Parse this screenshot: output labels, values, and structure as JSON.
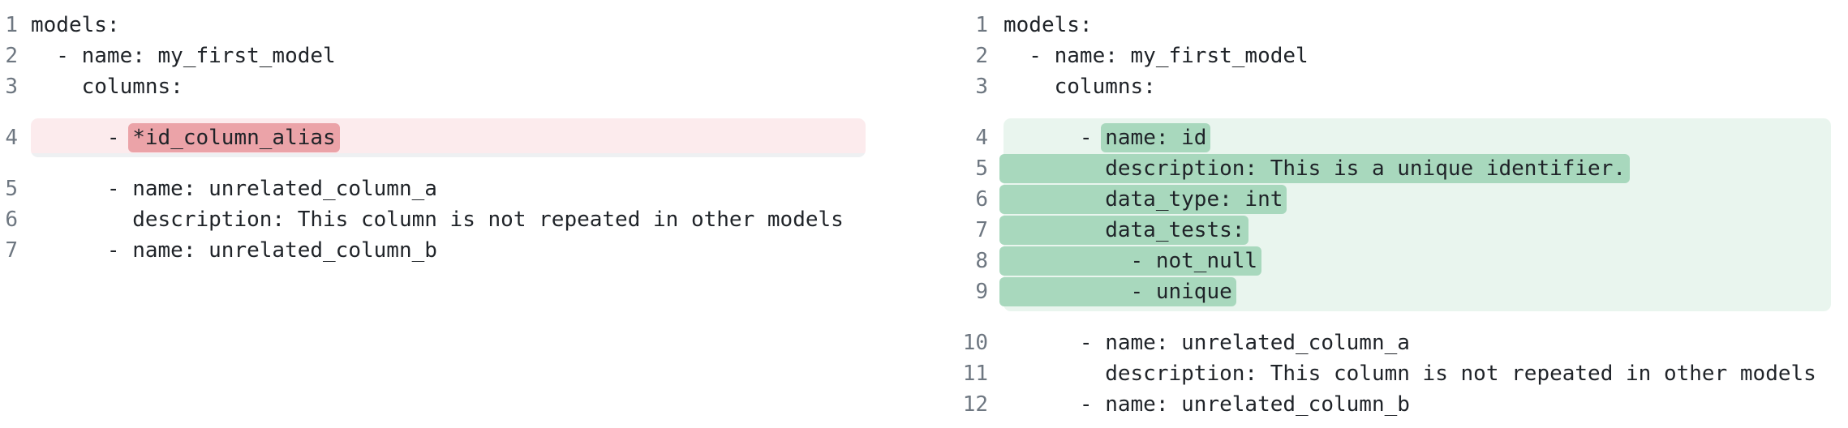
{
  "view_title": "yaml-split-diff",
  "colors": {
    "removed_line_bg": "#fcebed",
    "removed_inline_bg": "#eba3a8",
    "added_line_bg": "#e9f5ee",
    "added_inline_bg": "#a8d8bd",
    "filler_bg": "#eef0f2",
    "line_number_color": "#6e7781",
    "code_color": "#1f2328",
    "background": "#ffffff"
  },
  "panels": {
    "left": {
      "side": "before",
      "blocks": [
        {
          "type": "context",
          "lines": [
            {
              "num": "1",
              "segs": [
                {
                  "t": "models:"
                }
              ]
            },
            {
              "num": "2",
              "segs": [
                {
                  "t": "  - name: my_first_model"
                }
              ]
            },
            {
              "num": "3",
              "segs": [
                {
                  "t": "    columns:"
                }
              ]
            }
          ]
        },
        {
          "type": "change",
          "change": "removed",
          "filler": true,
          "lines": [
            {
              "num": "4",
              "segs": [
                {
                  "t": "      - "
                },
                {
                  "t": "*id_column_alias",
                  "hl": true
                }
              ]
            }
          ]
        },
        {
          "type": "context",
          "lines": [
            {
              "num": "5",
              "segs": [
                {
                  "t": "      - name: unrelated_column_a"
                }
              ]
            },
            {
              "num": "6",
              "segs": [
                {
                  "t": "        description: This column is not repeated in other models"
                }
              ]
            },
            {
              "num": "7",
              "segs": [
                {
                  "t": "      - name: unrelated_column_b"
                }
              ]
            }
          ]
        }
      ]
    },
    "right": {
      "side": "after",
      "blocks": [
        {
          "type": "context",
          "lines": [
            {
              "num": "1",
              "segs": [
                {
                  "t": "models:"
                }
              ]
            },
            {
              "num": "2",
              "segs": [
                {
                  "t": "  - name: my_first_model"
                }
              ]
            },
            {
              "num": "3",
              "segs": [
                {
                  "t": "    columns:"
                }
              ]
            }
          ]
        },
        {
          "type": "change",
          "change": "added",
          "lines": [
            {
              "num": "4",
              "segs": [
                {
                  "t": "      - "
                },
                {
                  "t": "name: id",
                  "hl": true
                }
              ]
            },
            {
              "num": "5",
              "segs": [
                {
                  "t": "        description: This is a unique identifier.",
                  "hl": true
                }
              ]
            },
            {
              "num": "6",
              "segs": [
                {
                  "t": "        data_type: int",
                  "hl": true
                }
              ]
            },
            {
              "num": "7",
              "segs": [
                {
                  "t": "        data_tests:",
                  "hl": true
                }
              ]
            },
            {
              "num": "8",
              "segs": [
                {
                  "t": "          - not_null",
                  "hl": true
                }
              ]
            },
            {
              "num": "9",
              "segs": [
                {
                  "t": "          - unique",
                  "hl": true
                }
              ]
            }
          ]
        },
        {
          "type": "context",
          "lines": [
            {
              "num": "10",
              "segs": [
                {
                  "t": "      - name: unrelated_column_a"
                }
              ]
            },
            {
              "num": "11",
              "segs": [
                {
                  "t": "        description: This column is not repeated in other models"
                }
              ]
            },
            {
              "num": "12",
              "segs": [
                {
                  "t": "      - name: unrelated_column_b"
                }
              ]
            }
          ]
        }
      ]
    }
  }
}
